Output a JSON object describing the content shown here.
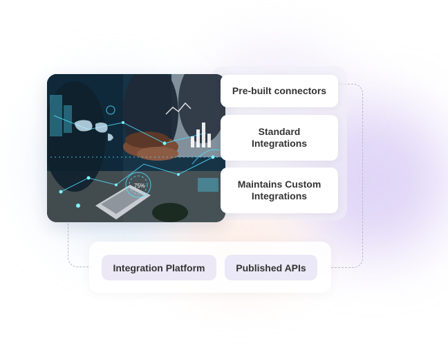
{
  "cards": [
    {
      "label": "Pre-built connectors"
    },
    {
      "label": "Standard\nIntegrations"
    },
    {
      "label": "Maintains Custom\nIntegrations"
    }
  ],
  "pills": [
    {
      "label": "Integration Platform"
    },
    {
      "label": "Published APIs"
    }
  ],
  "photo": {
    "overlay_text": "75%"
  },
  "colors": {
    "accent_cyan": "#4fe0ff",
    "pill_bg": "#ece8f6",
    "text": "#333333"
  }
}
